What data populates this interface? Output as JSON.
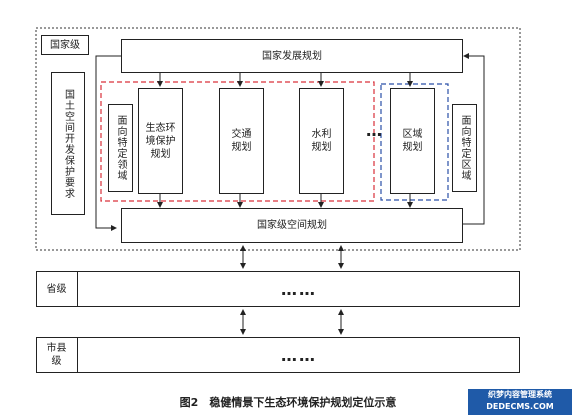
{
  "diagram": {
    "national_level_label": "国家级",
    "top_plan": "国家发展规划",
    "land_requirement": "国土空间开发保护要求",
    "left_special_domain": "面向特定领域",
    "eco_plan": "生态环境保护规划",
    "traffic_plan": "交通规划",
    "water_plan": "水利规划",
    "mid_ellipsis": "…",
    "regional_plan": "区域规划",
    "right_special_region": "面向特定区域",
    "national_spatial_plan": "国家级空间规划",
    "province_label": "省级",
    "province_ellipsis": "……",
    "city_label": "市县级",
    "city_ellipsis": "……"
  },
  "caption": "图2　稳健情景下生态环境保护规划定位示意",
  "watermark": {
    "line1": "织梦内容管理系统",
    "line2": "DEDECMS.COM"
  },
  "colors": {
    "red_dash": "#d9303a",
    "blue_dash": "#2a4fa8"
  }
}
